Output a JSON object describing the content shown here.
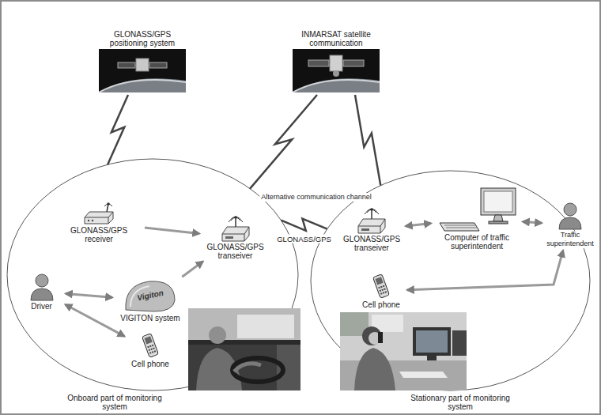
{
  "diagram": {
    "nodes": [
      {
        "text": [
          "GLONASS/GPS positioning system"
        ]
      },
      {
        "text": [
          "INMARSAT satellite communication"
        ]
      },
      {
        "text": [
          "Onboard part of monitoring system"
        ]
      },
      {
        "text": [
          "GLONASS/GPS receiver"
        ],
        "in": 2
      },
      {
        "text": [
          "GLONASS/GPS transeiver"
        ],
        "in": 2
      },
      {
        "text": [
          "Driver"
        ],
        "in": 2
      },
      {
        "text": [
          "Vigiton",
          "VIGITON system"
        ],
        "in": 2
      },
      {
        "text": [
          "Cell phone"
        ],
        "in": 2
      },
      {
        "text": [
          "Stationary part of monitoring system"
        ]
      },
      {
        "text": [
          "GLONASS/GPS transeiver"
        ],
        "in": 8
      },
      {
        "text": [
          "Computer of traffic superintendent"
        ],
        "in": 8
      },
      {
        "text": [
          "Traffic superintendent"
        ],
        "in": 8
      },
      {
        "text": [
          "Cell phone"
        ],
        "in": 8
      }
    ],
    "edges": [
      {
        "from": 0,
        "to": 2,
        "arrow": "none"
      },
      {
        "from": 1,
        "to": 2,
        "arrow": "none"
      },
      {
        "from": 1,
        "to": 8,
        "arrow": "none"
      },
      {
        "from": 2,
        "to": 8,
        "label": "GLONASS/GPS",
        "arrow": "none"
      },
      {
        "from": 3,
        "to": 4,
        "arrow": "to"
      },
      {
        "from": 5,
        "to": 6,
        "arrow": "both"
      },
      {
        "from": 6,
        "to": 4,
        "arrow": "to"
      },
      {
        "from": 5,
        "to": 7,
        "arrow": "both"
      },
      {
        "from": 9,
        "to": 10,
        "arrow": "both"
      },
      {
        "from": 10,
        "to": 11,
        "arrow": "both"
      },
      {
        "from": 11,
        "to": 12,
        "arrow": "both"
      }
    ],
    "labels": [
      "Alternative communication channel"
    ]
  }
}
